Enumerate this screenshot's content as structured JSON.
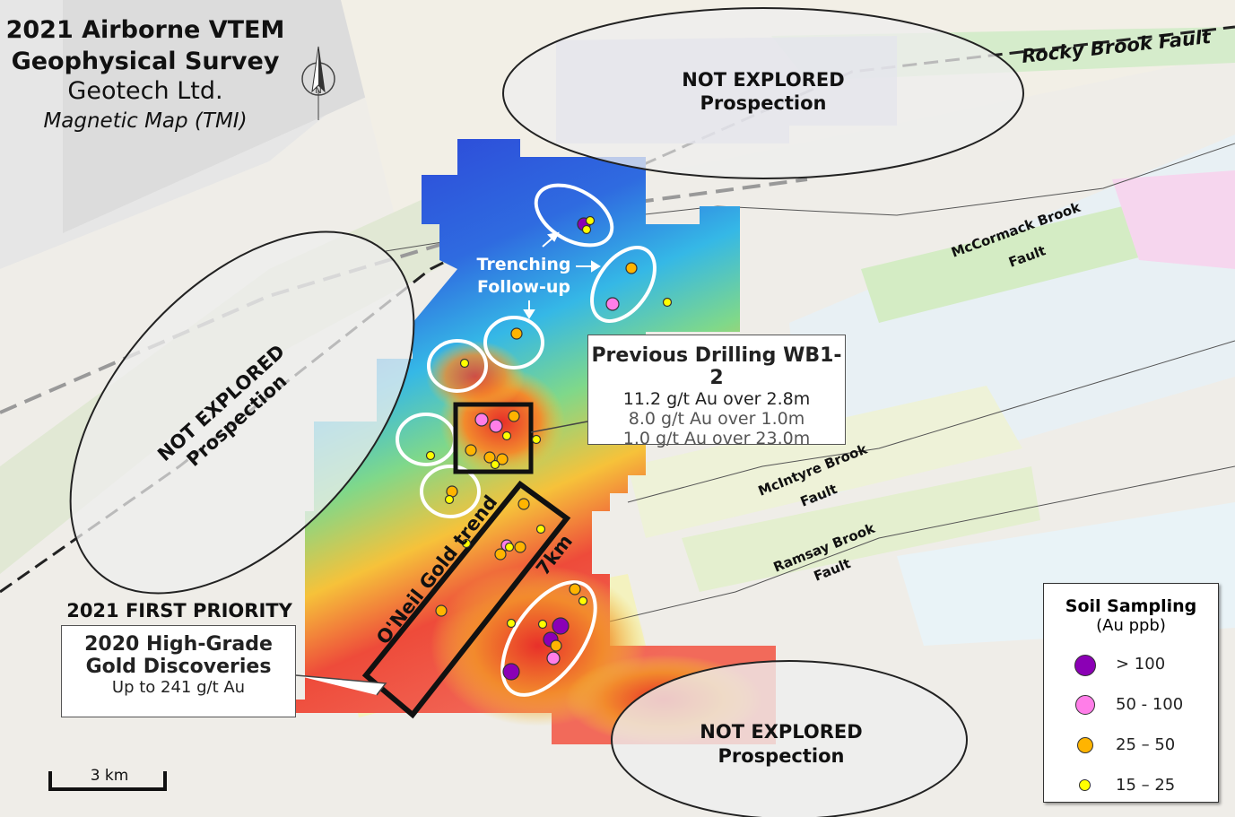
{
  "title": {
    "line1": "2021 Airborne VTEM",
    "line2": "Geophysical Survey",
    "company": "Geotech Ltd.",
    "subtitle": "Magnetic Map (TMI)"
  },
  "north_arrow": {
    "label": "N"
  },
  "faults": {
    "rocky_brook": "Rocky Brook Fault",
    "mccormack_1": "McCormack Brook",
    "mccormack_2": "Fault",
    "mcintyre_1": "McIntyre Brook",
    "mcintyre_2": "Fault",
    "ramsay_1": "Ramsay Brook",
    "ramsay_2": "Fault"
  },
  "zones": {
    "north": {
      "line1": "NOT EXPLORED",
      "line2": "Prospection"
    },
    "west": {
      "line1": "NOT EXPLORED",
      "line2": "Prospection"
    },
    "south": {
      "line1": "NOT EXPLORED",
      "line2": "Prospection"
    }
  },
  "trenching": {
    "line1": "Trenching",
    "line2": "Follow-up"
  },
  "drilling": {
    "title": "Previous Drilling WB1-2",
    "results": [
      "11.2 g/t Au over 2.8m",
      "8.0 g/t Au over 1.0m",
      "1.0 g/t Au over 23.0m"
    ]
  },
  "trend": {
    "label": "O'Neil Gold trend",
    "length": "7km"
  },
  "priority": {
    "header": "2021 FIRST PRIORITY",
    "line1": "2020 High-Grade",
    "line2": "Gold Discoveries",
    "line3": "Up to 241 g/t Au"
  },
  "scale_bar": {
    "label": "3 km"
  },
  "legend": {
    "title": "Soil Sampling",
    "subtitle": "(Au ppb)",
    "items": [
      {
        "label": "> 100",
        "color": "#8b00b5"
      },
      {
        "label": "50 - 100",
        "color": "#ff7ee8"
      },
      {
        "label": "25 – 50",
        "color": "#ffb400"
      },
      {
        "label": "15 – 25",
        "color": "#ffff00"
      }
    ]
  }
}
